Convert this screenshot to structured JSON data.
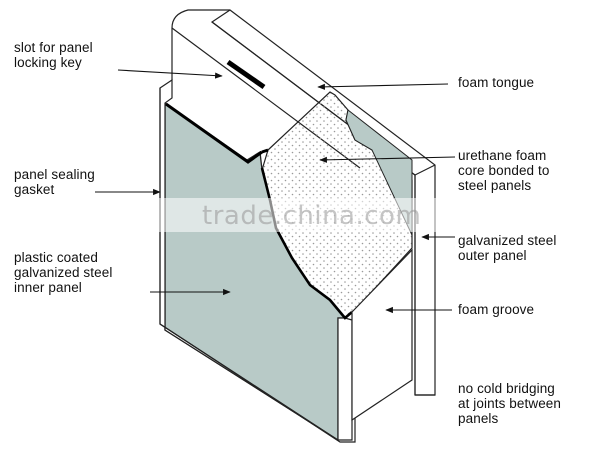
{
  "labels": {
    "slot": "slot for panel\nlocking key",
    "foam_tongue": "foam tongue",
    "urethane_core": "urethane foam\ncore bonded to\nsteel panels",
    "sealing_gasket": "panel sealing\ngasket",
    "outer_panel": "galvanized steel\nouter panel",
    "inner_panel": "plastic coated\ngalvanized steel\ninner panel",
    "foam_groove": "foam groove",
    "no_cold_bridging": "no cold bridging\nat joints between\npanels"
  },
  "watermark": "trade.china.com",
  "colors": {
    "panel_face": "#b8cac7",
    "panel_white": "#ffffff",
    "outline": "#222222",
    "foam_dots": "#9a9a9a"
  }
}
